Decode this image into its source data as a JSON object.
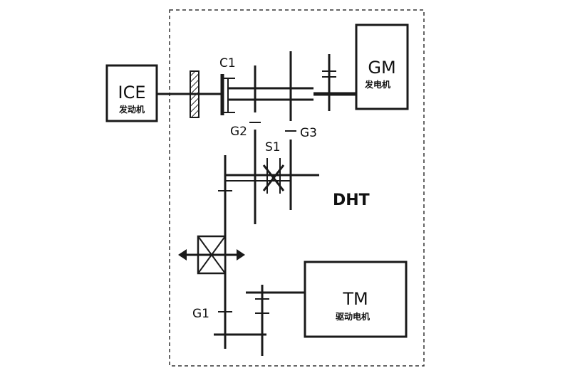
{
  "diagram": {
    "boundary_label": "DHT",
    "ice": {
      "label": "ICE",
      "sublabel": "发动机"
    },
    "gm": {
      "label": "GM",
      "sublabel": "发电机"
    },
    "tm": {
      "label": "TM",
      "sublabel": "驱动电机"
    },
    "components": {
      "clutch": "C1",
      "gear2": "G2",
      "gear3": "G3",
      "synchronizer": "S1",
      "gear1": "G1"
    }
  }
}
